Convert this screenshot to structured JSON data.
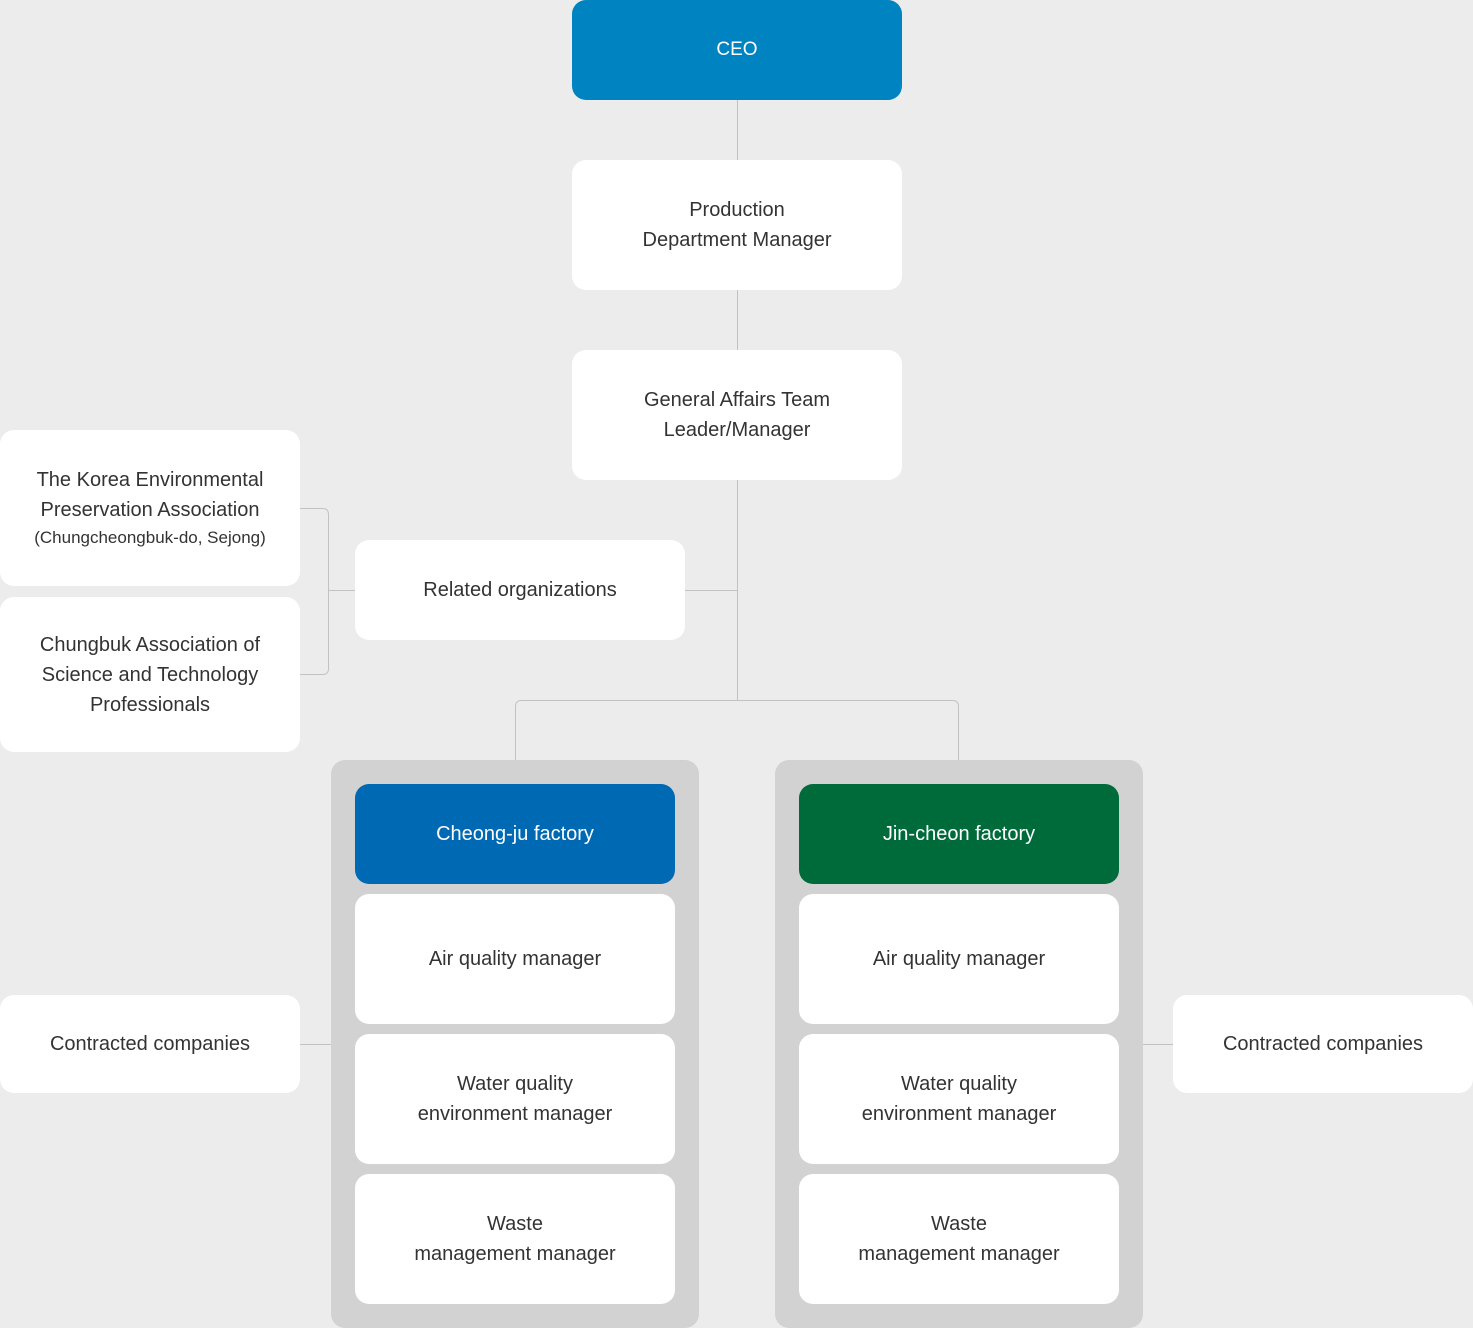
{
  "colors": {
    "background": "#ececec",
    "card": "#ffffff",
    "connector": "#c2c2c2",
    "panel": "#d2d2d2",
    "ceo": "#0083c1",
    "cheongju": "#0069b4",
    "jincheon": "#006b3a"
  },
  "ceo": {
    "label": "CEO"
  },
  "production_manager": {
    "line1": "Production",
    "line2": "Department Manager"
  },
  "general_affairs": {
    "line1": "General Affairs Team",
    "line2": "Leader/Manager"
  },
  "related_organizations": {
    "label": "Related organizations"
  },
  "associations": {
    "keepa": {
      "line1": "The Korea Environmental",
      "line2": "Preservation Association",
      "line3": "(Chungcheongbuk-do, Sejong)"
    },
    "chungbuk": {
      "line1": "Chungbuk Association of",
      "line2": "Science and Technology",
      "line3": "Professionals"
    }
  },
  "factories": [
    {
      "name": "Cheong-ju factory",
      "roles": [
        {
          "line1": "Air quality manager",
          "line2": ""
        },
        {
          "line1": "Water quality",
          "line2": "environment manager"
        },
        {
          "line1": "Waste",
          "line2": "management manager"
        }
      ]
    },
    {
      "name": "Jin-cheon factory",
      "roles": [
        {
          "line1": "Air quality manager",
          "line2": ""
        },
        {
          "line1": "Water quality",
          "line2": "environment manager"
        },
        {
          "line1": "Waste",
          "line2": "management manager"
        }
      ]
    }
  ],
  "contracted": {
    "left": {
      "label": "Contracted companies"
    },
    "right": {
      "label": "Contracted companies"
    }
  }
}
